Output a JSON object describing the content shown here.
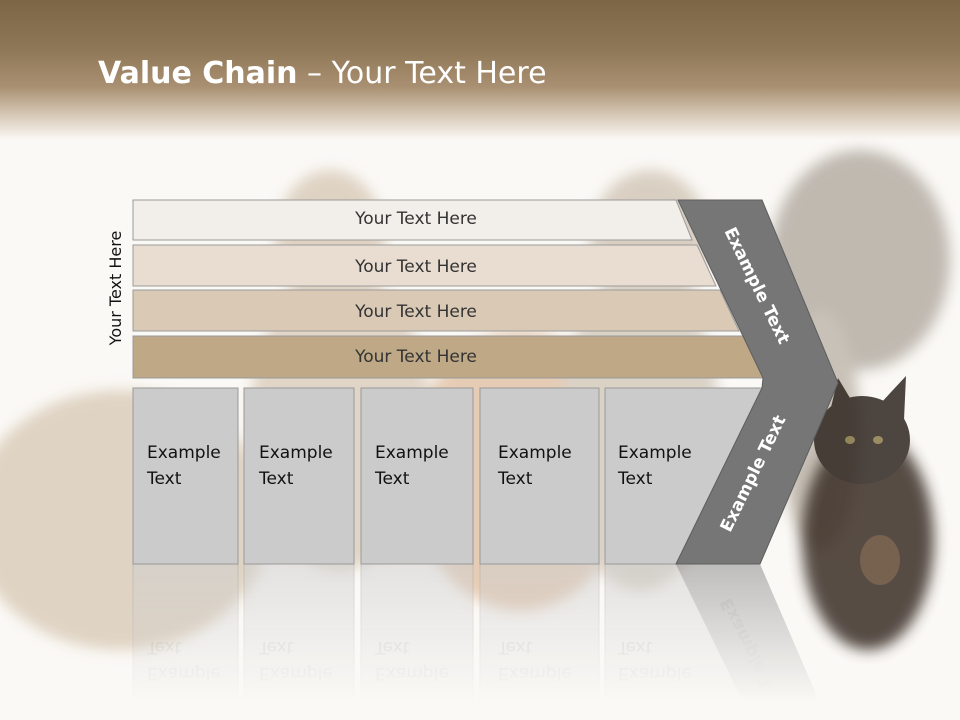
{
  "title": {
    "bold": "Value Chain",
    "rest": " – Your Text Here"
  },
  "side_label": "Your Text Here",
  "bars": [
    "Your Text Here",
    "Your Text Here",
    "Your Text Here",
    "Your Text Here"
  ],
  "bar_colors": [
    "#f2eee9",
    "#e8ddd0",
    "#dacab5",
    "#bea886"
  ],
  "cells": [
    [
      "Example",
      "Text"
    ],
    [
      "Example",
      "Text"
    ],
    [
      "Example",
      "Text"
    ],
    [
      "Example",
      "Text"
    ],
    [
      "Example",
      "Text"
    ]
  ],
  "chevron_labels": [
    "Example Text",
    "Example Text"
  ],
  "colors": {
    "cell_fill": "#cbcbcb",
    "chevron_fill": "#767676",
    "header": "#8e7756"
  }
}
